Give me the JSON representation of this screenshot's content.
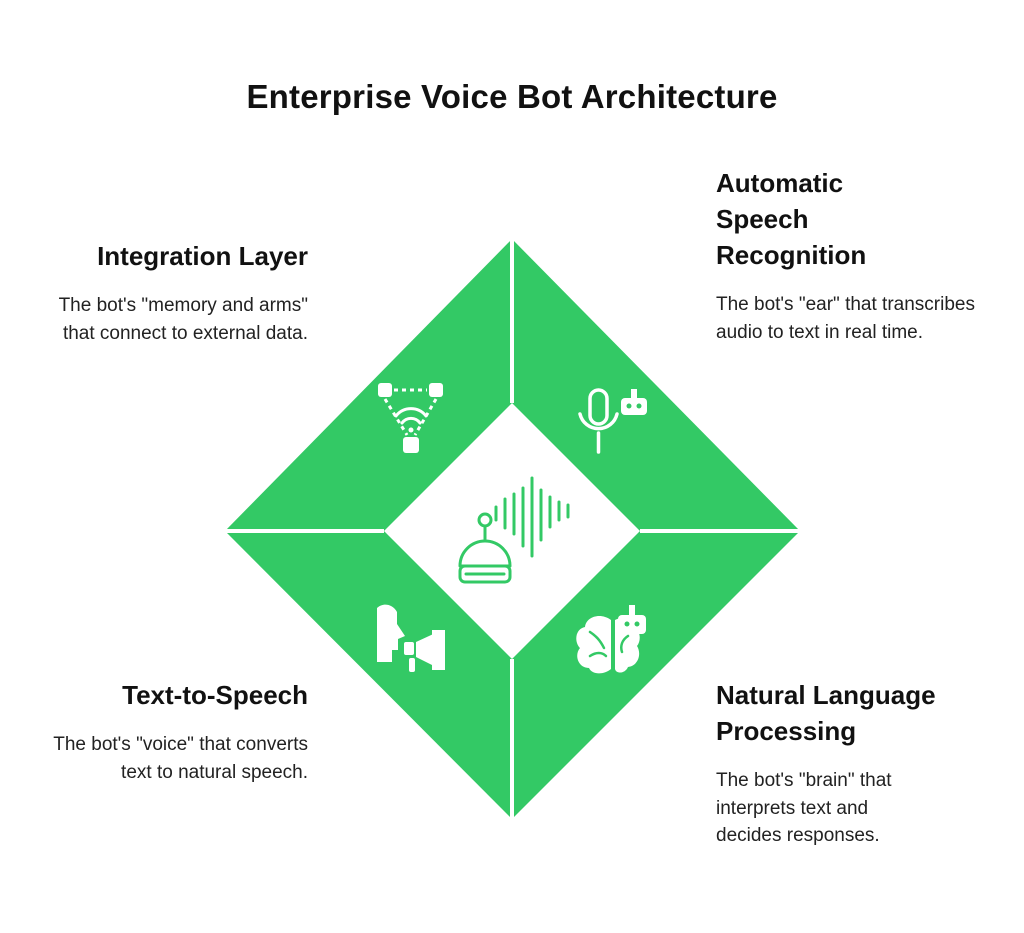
{
  "title": "Enterprise Voice Bot Architecture",
  "colors": {
    "accent_green": "#33C965",
    "background": "#FFFFFF",
    "text": "#111111"
  },
  "center": {
    "icon": "robot-with-soundwave-icon"
  },
  "quadrants": {
    "integration": {
      "heading": "Integration Layer",
      "description": "The bot's \"memory and arms\" that connect to external data.",
      "icon": "network-hub-icon"
    },
    "asr": {
      "heading": "Automatic Speech Recognition",
      "description": "The bot's \"ear\" that transcribes audio to text in real time.",
      "icon": "microphone-bot-icon"
    },
    "tts": {
      "heading": "Text-to-Speech",
      "description": "The bot's \"voice\" that converts text to natural speech.",
      "icon": "speaking-head-megaphone-icon"
    },
    "nlp": {
      "heading": "Natural Language Processing",
      "description": "The bot's \"brain\" that interprets text and decides responses.",
      "icon": "brain-bot-icon"
    }
  }
}
